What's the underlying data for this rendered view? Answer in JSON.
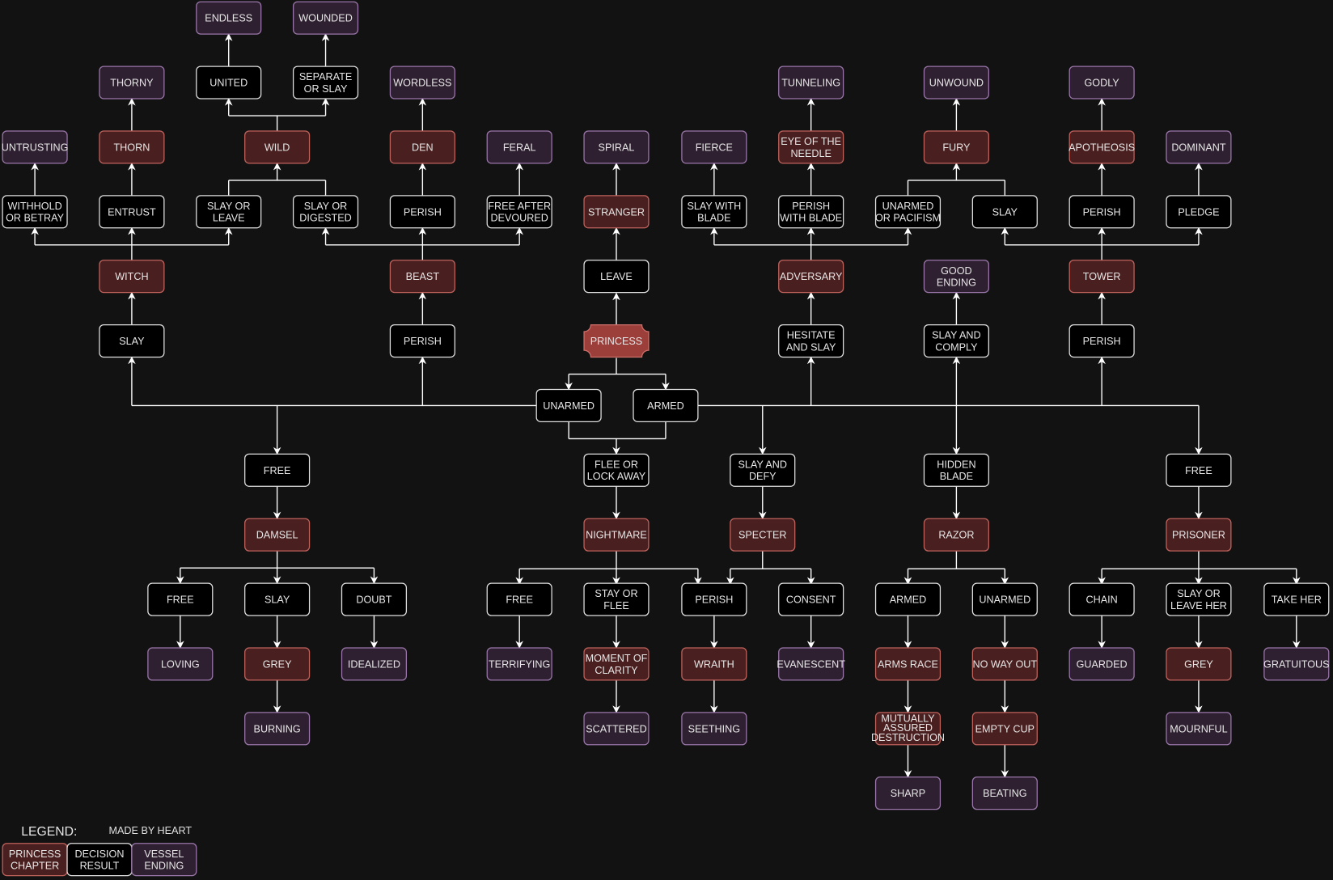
{
  "legend": {
    "title": "LEGEND:",
    "credit": "MADE BY HEART",
    "items": [
      {
        "type": "chapter",
        "lines": [
          "PRINCESS",
          "CHAPTER"
        ]
      },
      {
        "type": "decision",
        "lines": [
          "DECISION",
          "RESULT"
        ]
      },
      {
        "type": "vessel",
        "lines": [
          "VESSEL",
          "ENDING"
        ]
      }
    ]
  },
  "colors": {
    "background": "#121212",
    "chapter_fill": "#4a1f1f",
    "chapter_stroke": "#c0625c",
    "decision_fill": "#000000",
    "decision_stroke": "#e0e0e0",
    "vessel_fill": "#2e2030",
    "vessel_stroke": "#9a76aa",
    "princess_fill": "#9c3f3b",
    "princess_stroke": "#d0706a"
  },
  "nodes": {
    "endless": {
      "type": "vessel",
      "lines": [
        "ENDLESS"
      ]
    },
    "wounded": {
      "type": "vessel",
      "lines": [
        "WOUNDED"
      ]
    },
    "thorny": {
      "type": "vessel",
      "lines": [
        "THORNY"
      ]
    },
    "united": {
      "type": "decision",
      "lines": [
        "UNITED"
      ]
    },
    "separate": {
      "type": "decision",
      "lines": [
        "SEPARATE",
        "OR SLAY"
      ]
    },
    "wordless": {
      "type": "vessel",
      "lines": [
        "WORDLESS"
      ]
    },
    "tunneling": {
      "type": "vessel",
      "lines": [
        "TUNNELING"
      ]
    },
    "unwound": {
      "type": "vessel",
      "lines": [
        "UNWOUND"
      ]
    },
    "godly": {
      "type": "vessel",
      "lines": [
        "GODLY"
      ]
    },
    "untrusting": {
      "type": "vessel",
      "lines": [
        "UNTRUSTING"
      ]
    },
    "thorn": {
      "type": "chapter",
      "lines": [
        "THORN"
      ]
    },
    "wild": {
      "type": "chapter",
      "lines": [
        "WILD"
      ]
    },
    "den": {
      "type": "chapter",
      "lines": [
        "DEN"
      ]
    },
    "feral": {
      "type": "vessel",
      "lines": [
        "FERAL"
      ]
    },
    "spiral": {
      "type": "vessel",
      "lines": [
        "SPIRAL"
      ]
    },
    "fierce": {
      "type": "vessel",
      "lines": [
        "FIERCE"
      ]
    },
    "eye": {
      "type": "chapter",
      "lines": [
        "EYE OF THE",
        "NEEDLE"
      ]
    },
    "fury": {
      "type": "chapter",
      "lines": [
        "FURY"
      ]
    },
    "apotheosis": {
      "type": "chapter",
      "lines": [
        "APOTHEOSIS"
      ]
    },
    "dominant": {
      "type": "vessel",
      "lines": [
        "DOMINANT"
      ]
    },
    "withhold": {
      "type": "decision",
      "lines": [
        "WITHHOLD",
        "OR BETRAY"
      ]
    },
    "entrust": {
      "type": "decision",
      "lines": [
        "ENTRUST"
      ]
    },
    "slay_or_leave": {
      "type": "decision",
      "lines": [
        "SLAY OR",
        "LEAVE"
      ]
    },
    "slay_or_digested": {
      "type": "decision",
      "lines": [
        "SLAY OR",
        "DIGESTED"
      ]
    },
    "perish_den": {
      "type": "decision",
      "lines": [
        "PERISH"
      ]
    },
    "free_after": {
      "type": "decision",
      "lines": [
        "FREE AFTER",
        "DEVOURED"
      ]
    },
    "stranger": {
      "type": "chapter",
      "lines": [
        "STRANGER"
      ]
    },
    "slay_blade": {
      "type": "decision",
      "lines": [
        "SLAY WITH",
        "BLADE"
      ]
    },
    "perish_blade": {
      "type": "decision",
      "lines": [
        "PERISH",
        "WITH BLADE"
      ]
    },
    "unarmed_pacifism": {
      "type": "decision",
      "lines": [
        "UNARMED",
        "OR PACIFISM"
      ]
    },
    "slay_fury": {
      "type": "decision",
      "lines": [
        "SLAY"
      ]
    },
    "perish_apotheosis": {
      "type": "decision",
      "lines": [
        "PERISH"
      ]
    },
    "pledge": {
      "type": "decision",
      "lines": [
        "PLEDGE"
      ]
    },
    "witch": {
      "type": "chapter",
      "lines": [
        "WITCH"
      ]
    },
    "beast": {
      "type": "chapter",
      "lines": [
        "BEAST"
      ]
    },
    "leave": {
      "type": "decision",
      "lines": [
        "LEAVE"
      ]
    },
    "adversary": {
      "type": "chapter",
      "lines": [
        "ADVERSARY"
      ]
    },
    "good_ending": {
      "type": "vessel",
      "lines": [
        "GOOD",
        "ENDING"
      ]
    },
    "tower": {
      "type": "chapter",
      "lines": [
        "TOWER"
      ]
    },
    "slay_witch": {
      "type": "decision",
      "lines": [
        "SLAY"
      ]
    },
    "perish_beast": {
      "type": "decision",
      "lines": [
        "PERISH"
      ]
    },
    "princess": {
      "type": "princess",
      "lines": [
        "PRINCESS"
      ]
    },
    "hesitate": {
      "type": "decision",
      "lines": [
        "HESITATE",
        "AND SLAY"
      ]
    },
    "slay_comply": {
      "type": "decision",
      "lines": [
        "SLAY AND",
        "COMPLY"
      ]
    },
    "perish_tower": {
      "type": "decision",
      "lines": [
        "PERISH"
      ]
    },
    "unarmed": {
      "type": "decision",
      "lines": [
        "UNARMED"
      ]
    },
    "armed": {
      "type": "decision",
      "lines": [
        "ARMED"
      ]
    },
    "free_damsel": {
      "type": "decision",
      "lines": [
        "FREE"
      ]
    },
    "flee": {
      "type": "decision",
      "lines": [
        "FLEE OR",
        "LOCK AWAY"
      ]
    },
    "slay_defy": {
      "type": "decision",
      "lines": [
        "SLAY AND",
        "DEFY"
      ]
    },
    "hidden_blade": {
      "type": "decision",
      "lines": [
        "HIDDEN",
        "BLADE"
      ]
    },
    "free_prisoner": {
      "type": "decision",
      "lines": [
        "FREE"
      ]
    },
    "damsel": {
      "type": "chapter",
      "lines": [
        "DAMSEL"
      ]
    },
    "nightmare": {
      "type": "chapter",
      "lines": [
        "NIGHTMARE"
      ]
    },
    "specter": {
      "type": "chapter",
      "lines": [
        "SPECTER"
      ]
    },
    "razor": {
      "type": "chapter",
      "lines": [
        "RAZOR"
      ]
    },
    "prisoner": {
      "type": "chapter",
      "lines": [
        "PRISONER"
      ]
    },
    "d_free": {
      "type": "decision",
      "lines": [
        "FREE"
      ]
    },
    "d_slay": {
      "type": "decision",
      "lines": [
        "SLAY"
      ]
    },
    "d_doubt": {
      "type": "decision",
      "lines": [
        "DOUBT"
      ]
    },
    "n_free": {
      "type": "decision",
      "lines": [
        "FREE"
      ]
    },
    "n_stay": {
      "type": "decision",
      "lines": [
        "STAY OR",
        "FLEE"
      ]
    },
    "n_perish": {
      "type": "decision",
      "lines": [
        "PERISH"
      ]
    },
    "s_consent": {
      "type": "decision",
      "lines": [
        "CONSENT"
      ]
    },
    "r_armed": {
      "type": "decision",
      "lines": [
        "ARMED"
      ]
    },
    "r_unarmed": {
      "type": "decision",
      "lines": [
        "UNARMED"
      ]
    },
    "p_chain": {
      "type": "decision",
      "lines": [
        "CHAIN"
      ]
    },
    "p_slay": {
      "type": "decision",
      "lines": [
        "SLAY OR",
        "LEAVE HER"
      ]
    },
    "p_take": {
      "type": "decision",
      "lines": [
        "TAKE HER"
      ]
    },
    "loving": {
      "type": "vessel",
      "lines": [
        "LOVING"
      ]
    },
    "grey_damsel": {
      "type": "chapter",
      "lines": [
        "GREY"
      ]
    },
    "idealized": {
      "type": "vessel",
      "lines": [
        "IDEALIZED"
      ]
    },
    "terrifying": {
      "type": "vessel",
      "lines": [
        "TERRIFYING"
      ]
    },
    "moment": {
      "type": "chapter",
      "lines": [
        "MOMENT OF",
        "CLARITY"
      ]
    },
    "wraith": {
      "type": "chapter",
      "lines": [
        "WRAITH"
      ]
    },
    "evanescent": {
      "type": "vessel",
      "lines": [
        "EVANESCENT"
      ]
    },
    "arms_race": {
      "type": "chapter",
      "lines": [
        "ARMS RACE"
      ]
    },
    "no_way_out": {
      "type": "chapter",
      "lines": [
        "NO WAY OUT"
      ]
    },
    "guarded": {
      "type": "vessel",
      "lines": [
        "GUARDED"
      ]
    },
    "grey_prisoner": {
      "type": "chapter",
      "lines": [
        "GREY"
      ]
    },
    "gratuitous": {
      "type": "vessel",
      "lines": [
        "GRATUITOUS"
      ]
    },
    "burning": {
      "type": "vessel",
      "lines": [
        "BURNING"
      ]
    },
    "scattered": {
      "type": "vessel",
      "lines": [
        "SCATTERED"
      ]
    },
    "seething": {
      "type": "vessel",
      "lines": [
        "SEETHING"
      ]
    },
    "mad": {
      "type": "chapter",
      "lines": [
        "MUTUALLY",
        "ASSURED",
        "DESTRUCTION"
      ]
    },
    "empty_cup": {
      "type": "chapter",
      "lines": [
        "EMPTY CUP"
      ]
    },
    "mournful": {
      "type": "vessel",
      "lines": [
        "MOURNFUL"
      ]
    },
    "sharp": {
      "type": "vessel",
      "lines": [
        "SHARP"
      ]
    },
    "beating": {
      "type": "vessel",
      "lines": [
        "BEATING"
      ]
    }
  }
}
